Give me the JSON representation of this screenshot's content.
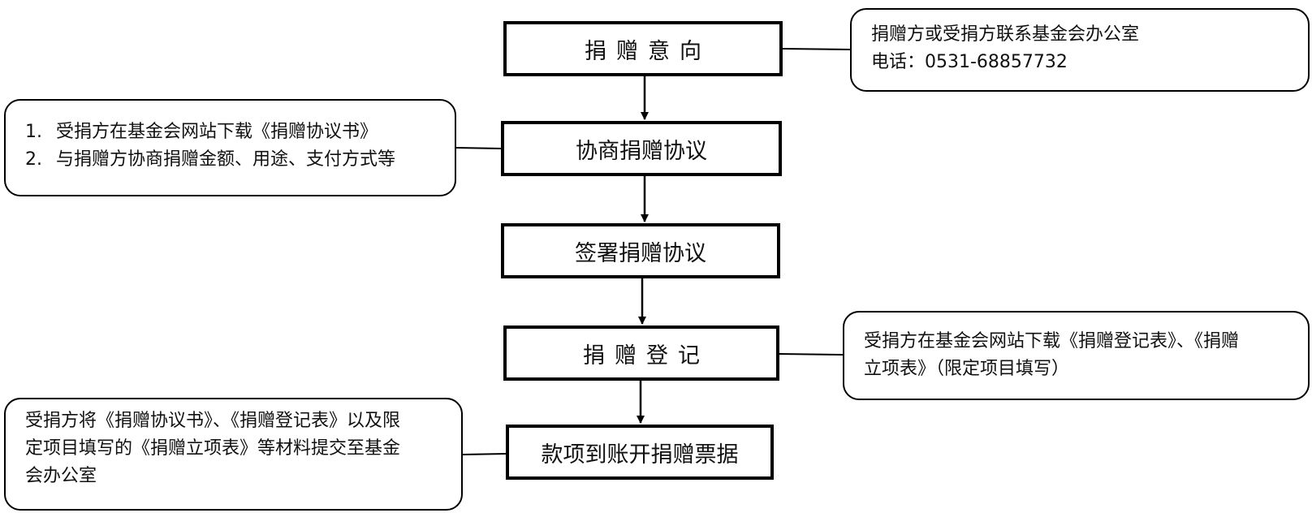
{
  "steps": [
    {
      "label": "捐赠意向"
    },
    {
      "label": "协商捐赠协议"
    },
    {
      "label": "签署捐赠协议"
    },
    {
      "label": "捐赠登记"
    },
    {
      "label": "款项到账开捐赠票据"
    }
  ],
  "notes": {
    "contact": {
      "line1": "捐赠方或受捐方联系基金会办公室",
      "line2": "电话：0531-68857732"
    },
    "negotiation": {
      "items": [
        {
          "num": "1.",
          "text": "受捐方在基金会网站下载《捐赠协议书》"
        },
        {
          "num": "2.",
          "text": "与捐赠方协商捐赠金额、用途、支付方式等"
        }
      ]
    },
    "registration": {
      "line1": "受捐方在基金会网站下载《捐赠登记表》、《捐赠",
      "line2": "立项表》（限定项目填写）"
    },
    "submission": {
      "line1": "受捐方将《捐赠协议书》、《捐赠登记表》以及限",
      "line2": "定项目填写的《捐赠立项表》等材料提交至基金",
      "line3": "会办公室"
    }
  }
}
